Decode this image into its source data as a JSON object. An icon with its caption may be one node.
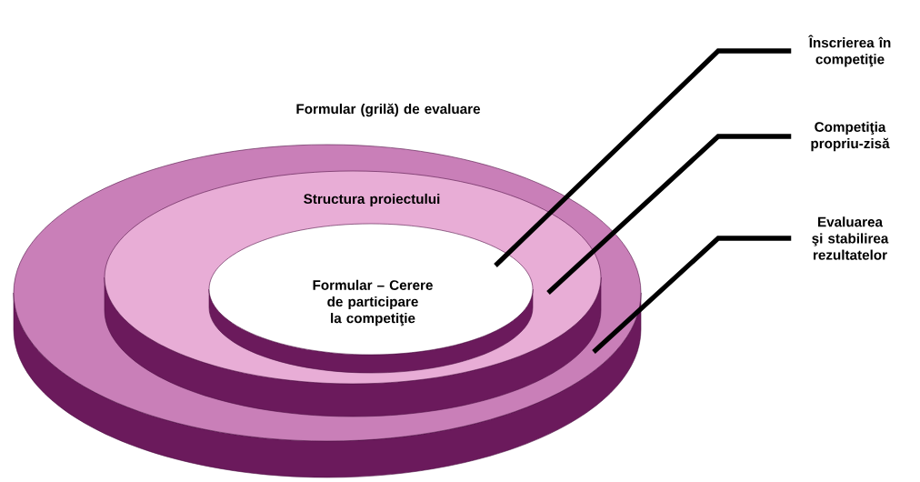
{
  "diagram": {
    "nodes": [
      {
        "text": [
          "Formular (grilă) de evaluare"
        ]
      },
      {
        "text": [
          "Structura proiectului"
        ],
        "in": 0
      },
      {
        "text": [
          "Formular – Cerere de participare la competiţie"
        ],
        "in": 1
      },
      {
        "text": [
          "Înscrierea în competiţie"
        ]
      },
      {
        "text": [
          "Competiţia propriu-zisă"
        ]
      },
      {
        "text": [
          "Evaluarea şi stabilirea rezultatelor"
        ]
      }
    ],
    "edges": [
      {
        "from": 3,
        "to": 2,
        "arrow": "none"
      },
      {
        "from": 4,
        "to": 1,
        "arrow": "none"
      },
      {
        "from": 5,
        "to": 0,
        "arrow": "none"
      }
    ]
  }
}
